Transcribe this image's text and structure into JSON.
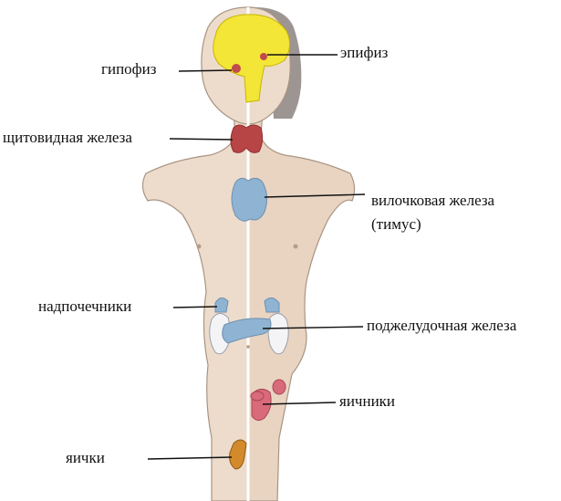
{
  "labels": {
    "pituitary": "гипофиз",
    "pineal": "эпифиз",
    "thyroid": "щитовидная железа",
    "thymus_line1": "вилочковая железа",
    "thymus_line2": "(тимус)",
    "adrenals": "надпочечники",
    "pancreas": "поджелудочная железа",
    "ovaries": "яичники",
    "testes": "яички"
  },
  "colors": {
    "skin_male": "#eddccc",
    "skin_female": "#e9d4c2",
    "outline": "#a99482",
    "hair": "#9c9592",
    "brain": "#f3e637",
    "brain_outline": "#c8b400",
    "gland_red": "#c24b4b",
    "thyroid": "#b84545",
    "thymus": "#8fb3d2",
    "pancreas": "#8fb3d2",
    "kidney": "#f4f4f6",
    "ovary": "#d96a7a",
    "testis": "#d48a2b",
    "pointer": "#111111"
  }
}
